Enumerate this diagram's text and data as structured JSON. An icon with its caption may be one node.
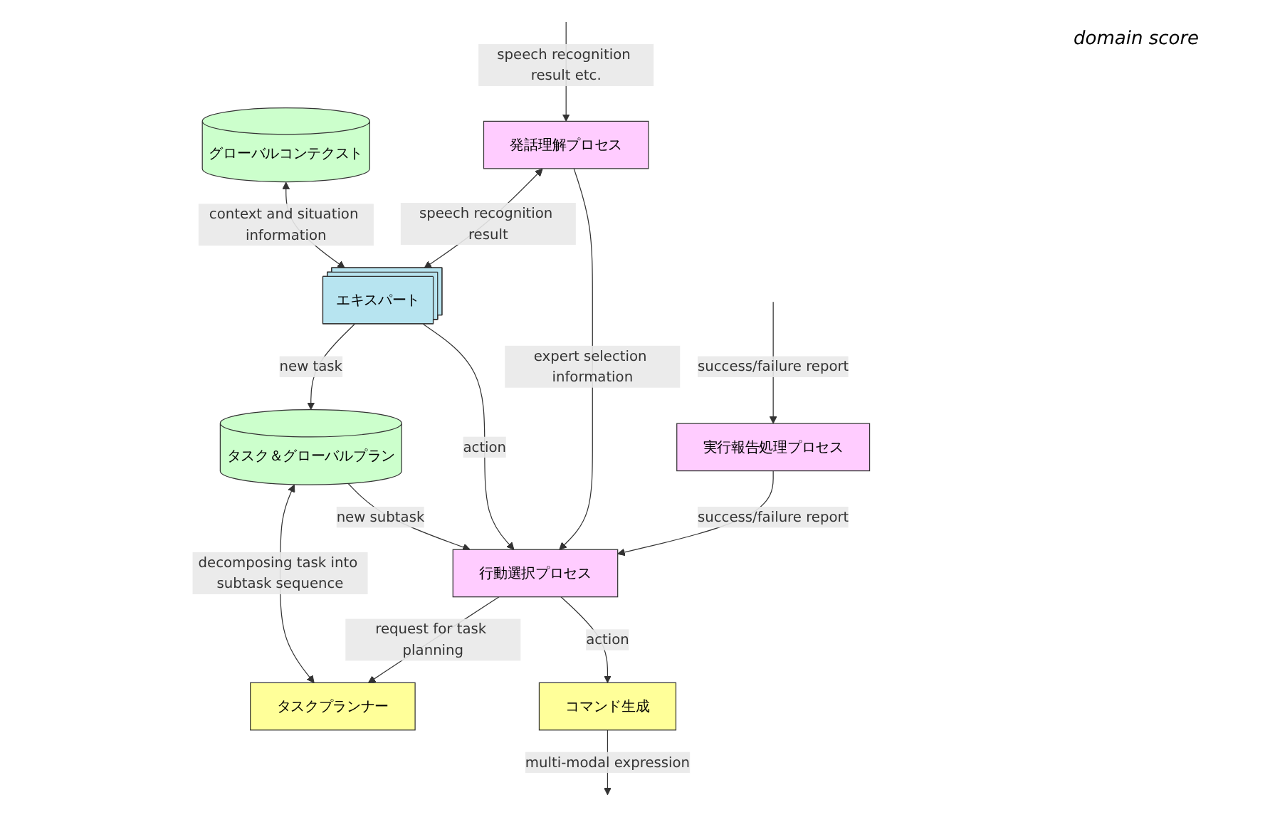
{
  "diagram": {
    "nodes": [
      {
        "text": [
          "グローバルコンテクスト"
        ]
      },
      {
        "text": [
          "タスク＆グローバルプラン"
        ]
      },
      {
        "text": [
          "タスクプランナー"
        ]
      },
      {
        "text": [
          "エキスパート"
        ]
      },
      {
        "text": [
          "行動選択プロセス"
        ]
      },
      {
        "text": [
          "発話理解プロセス"
        ]
      },
      {
        "text": [
          "実行報告処理プロセス"
        ]
      },
      {
        "text": [
          "コマンド生成"
        ]
      }
    ],
    "edges": [
      {
        "from": 0,
        "to": 3,
        "arrow": "both",
        "label": "context and situation information"
      },
      {
        "from": 3,
        "to": 1,
        "arrow": "to",
        "label": "new task"
      },
      {
        "from": 1,
        "to": 2,
        "arrow": "both",
        "label": "decomposing task into subtask sequence"
      },
      {
        "from": 1,
        "to": 4,
        "arrow": "to",
        "label": "new subtask"
      },
      {
        "from": 4,
        "to": 2,
        "arrow": "to",
        "label": "request for task planning"
      },
      {
        "from": 3,
        "to": 4,
        "arrow": "to",
        "label": "action"
      },
      {
        "from": 5,
        "to": 3,
        "arrow": "both",
        "label": "speech recognition result"
      },
      {
        "from": 5,
        "to": 4,
        "arrow": "to",
        "label": "expert selection information"
      },
      {
        "from": 6,
        "to": 4,
        "arrow": "to",
        "label": "success/failure report"
      },
      {
        "from": 4,
        "to": 7,
        "arrow": "to",
        "label": "action"
      },
      {
        "from": 7,
        "to": null,
        "arrow": "to",
        "label": "multi-modal expression"
      },
      {
        "from": null,
        "to": 5,
        "arrow": "to",
        "label": "speech recognition result etc."
      },
      {
        "from": null,
        "to": 6,
        "arrow": "to",
        "label": "success/failure report"
      }
    ],
    "labels": [
      "domain score"
    ]
  }
}
